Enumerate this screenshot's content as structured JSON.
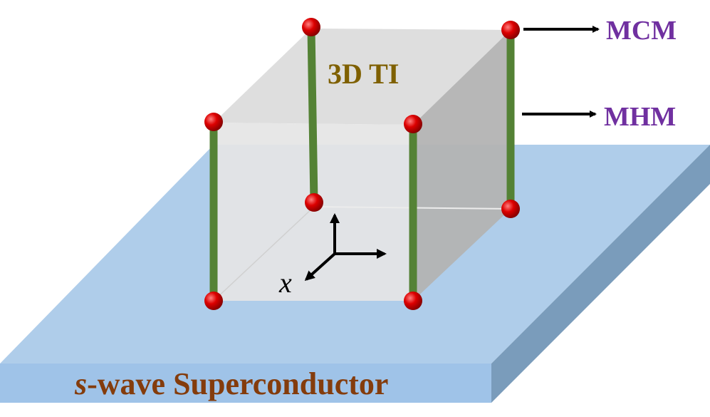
{
  "labels": {
    "ti": "3D TI",
    "mcm": "MCM",
    "mhm": "MHM",
    "axis_x": "x",
    "substrate_prefix": "s",
    "substrate_rest": "-wave Superconductor"
  },
  "colors": {
    "substrate_top": "#afcdea",
    "substrate_front": "#9fc3e8",
    "substrate_side": "#7a9cbb",
    "cube_face": "#e5e5e5",
    "cube_side": "#b3b3b3",
    "cube_top": "#dcdcdc",
    "hinge": "#548235",
    "corner": "#cc0000",
    "ti_text": "#7f6000",
    "mode_text": "#7030a0",
    "substrate_text": "#843c0c"
  },
  "icons": {
    "corner_mode": "red-sphere-icon",
    "arrow": "arrow-right-icon"
  }
}
